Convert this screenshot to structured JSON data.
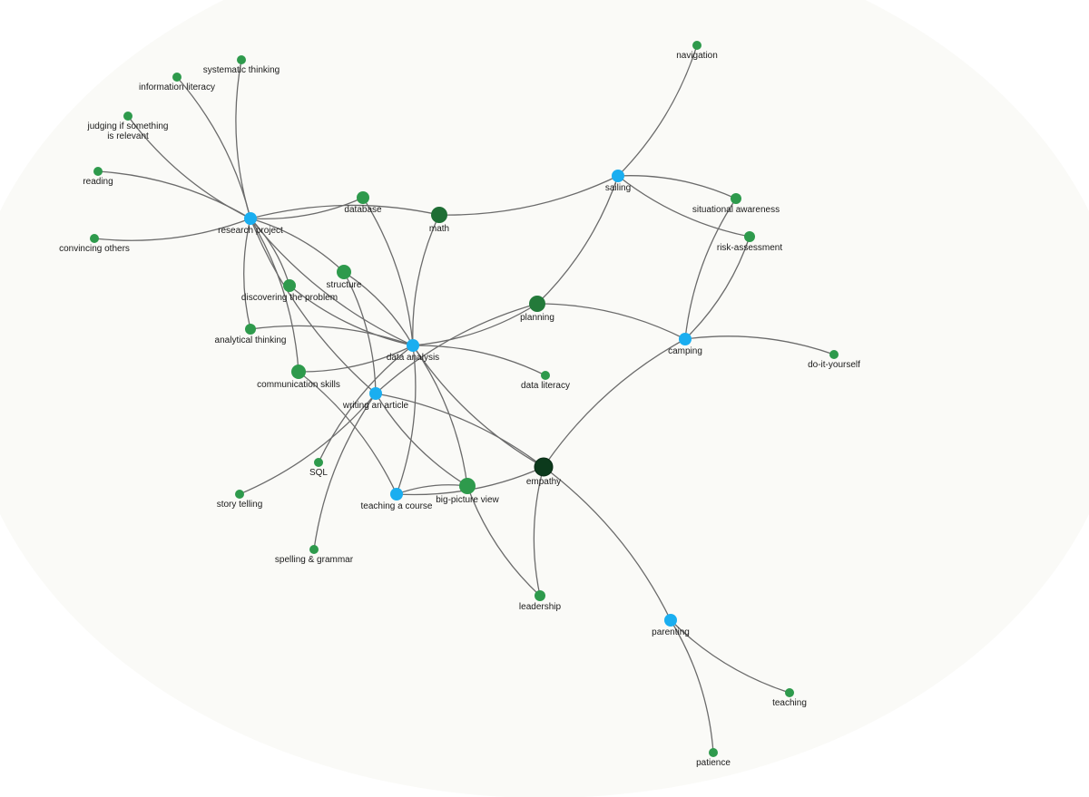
{
  "graph": {
    "colors": {
      "hub": "#1aaef0",
      "skill": "#2e9a4c",
      "math": "#1f6e35",
      "planning": "#237a3a",
      "empathy": "#0c3a1c",
      "edge": "#6b6b6b",
      "background": "#fafaf7"
    },
    "nodes": [
      {
        "id": "research",
        "label": "research project",
        "type": "hub"
      },
      {
        "id": "dataanalysis",
        "label": "data analysis",
        "type": "hub"
      },
      {
        "id": "writing",
        "label": "writing an article",
        "type": "hub"
      },
      {
        "id": "teachingcourse",
        "label": "teaching a course",
        "type": "hub"
      },
      {
        "id": "sailing",
        "label": "sailing",
        "type": "hub"
      },
      {
        "id": "camping",
        "label": "camping",
        "type": "hub"
      },
      {
        "id": "parenting",
        "label": "parenting",
        "type": "hub"
      },
      {
        "id": "empathy",
        "label": "empathy",
        "type": "empathy"
      },
      {
        "id": "math",
        "label": "math",
        "type": "math"
      },
      {
        "id": "planning",
        "label": "planning",
        "type": "planning"
      },
      {
        "id": "systematic",
        "label": "systematic thinking",
        "type": "skill"
      },
      {
        "id": "infolit",
        "label": "information literacy",
        "type": "skill"
      },
      {
        "id": "judging",
        "label": "judging if something\nis relevant",
        "type": "skill"
      },
      {
        "id": "reading",
        "label": "reading",
        "type": "skill"
      },
      {
        "id": "convincing",
        "label": "convincing others",
        "type": "skill"
      },
      {
        "id": "database",
        "label": "database",
        "type": "skill"
      },
      {
        "id": "structure",
        "label": "structure",
        "type": "skill"
      },
      {
        "id": "discovering",
        "label": "discovering the problem",
        "type": "skill"
      },
      {
        "id": "analytical",
        "label": "analytical thinking",
        "type": "skill"
      },
      {
        "id": "communication",
        "label": "communication skills",
        "type": "skill"
      },
      {
        "id": "sql",
        "label": "SQL",
        "type": "skill"
      },
      {
        "id": "storytelling",
        "label": "story telling",
        "type": "skill"
      },
      {
        "id": "spelling",
        "label": "spelling & grammar",
        "type": "skill"
      },
      {
        "id": "bigpicture",
        "label": "big-picture view",
        "type": "skill"
      },
      {
        "id": "leadership",
        "label": "leadership",
        "type": "skill"
      },
      {
        "id": "dataliteracy",
        "label": "data literacy",
        "type": "skill"
      },
      {
        "id": "navigation",
        "label": "navigation",
        "type": "skill"
      },
      {
        "id": "situational",
        "label": "situational awareness",
        "type": "skill"
      },
      {
        "id": "risk",
        "label": "risk-assessment",
        "type": "skill"
      },
      {
        "id": "diy",
        "label": "do-it-yourself",
        "type": "skill"
      },
      {
        "id": "teaching",
        "label": "teaching",
        "type": "skill"
      },
      {
        "id": "patience",
        "label": "patience",
        "type": "skill"
      }
    ],
    "edges": [
      [
        "research",
        "systematic"
      ],
      [
        "research",
        "infolit"
      ],
      [
        "research",
        "judging"
      ],
      [
        "research",
        "reading"
      ],
      [
        "research",
        "convincing"
      ],
      [
        "research",
        "database"
      ],
      [
        "research",
        "math"
      ],
      [
        "research",
        "dataanalysis"
      ],
      [
        "research",
        "discovering"
      ],
      [
        "research",
        "analytical"
      ],
      [
        "research",
        "communication"
      ],
      [
        "research",
        "writing"
      ],
      [
        "research",
        "structure"
      ],
      [
        "dataanalysis",
        "database"
      ],
      [
        "dataanalysis",
        "math"
      ],
      [
        "dataanalysis",
        "structure"
      ],
      [
        "dataanalysis",
        "discovering"
      ],
      [
        "dataanalysis",
        "analytical"
      ],
      [
        "dataanalysis",
        "communication"
      ],
      [
        "dataanalysis",
        "planning"
      ],
      [
        "dataanalysis",
        "dataliteracy"
      ],
      [
        "dataanalysis",
        "empathy"
      ],
      [
        "dataanalysis",
        "bigpicture"
      ],
      [
        "dataanalysis",
        "sql"
      ],
      [
        "dataanalysis",
        "teachingcourse"
      ],
      [
        "writing",
        "structure"
      ],
      [
        "writing",
        "storytelling"
      ],
      [
        "writing",
        "spelling"
      ],
      [
        "writing",
        "empathy"
      ],
      [
        "writing",
        "bigpicture"
      ],
      [
        "writing",
        "planning"
      ],
      [
        "teachingcourse",
        "communication"
      ],
      [
        "teachingcourse",
        "bigpicture"
      ],
      [
        "teachingcourse",
        "empathy"
      ],
      [
        "empathy",
        "camping"
      ],
      [
        "empathy",
        "leadership"
      ],
      [
        "empathy",
        "parenting"
      ],
      [
        "bigpicture",
        "leadership"
      ],
      [
        "sailing",
        "math"
      ],
      [
        "sailing",
        "navigation"
      ],
      [
        "sailing",
        "situational"
      ],
      [
        "sailing",
        "risk"
      ],
      [
        "sailing",
        "planning"
      ],
      [
        "camping",
        "planning"
      ],
      [
        "camping",
        "situational"
      ],
      [
        "camping",
        "risk"
      ],
      [
        "camping",
        "diy"
      ],
      [
        "parenting",
        "teaching"
      ],
      [
        "parenting",
        "patience"
      ]
    ]
  }
}
